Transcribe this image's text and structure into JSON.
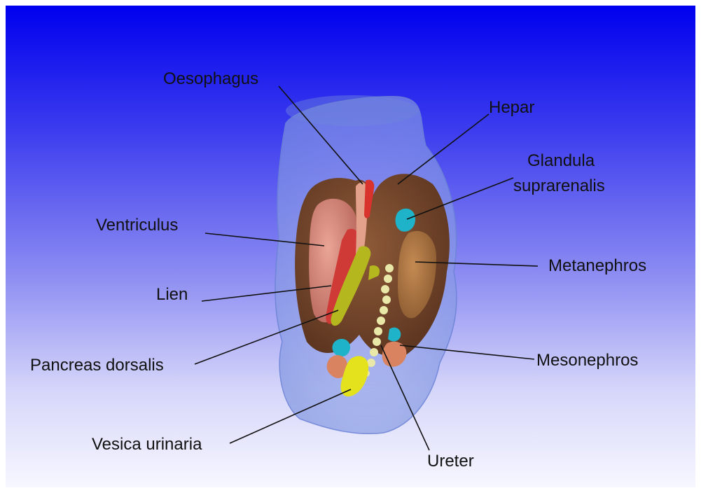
{
  "labels": {
    "oesophagus": "Oesophagus",
    "hepar": "Hepar",
    "glandula_line1": "Glandula",
    "glandula_line2": "suprarenalis",
    "ventriculus": "Ventriculus",
    "metanephros": "Metanephros",
    "lien": "Lien",
    "pancreas": "Pancreas dorsalis",
    "mesonephros": "Mesonephros",
    "vesica": "Vesica urinaria",
    "ureter": "Ureter"
  },
  "colors": {
    "background_top": "#0000ee",
    "background_bottom": "#f7f7ff",
    "body_envelope": "#8fa6e6",
    "hepar": "#7b4a2c",
    "ventriculus": "#d98a80",
    "lien": "#cf3a36",
    "pancreas": "#b4b81e",
    "metanephros": "#b37a45",
    "glandula": "#1fb3c9",
    "ureter": "#e9e8a8",
    "vesica": "#e3e21c",
    "mesonephros": "#d98360",
    "oesophagus": "#e3a08a",
    "leader_line": "#111111"
  }
}
